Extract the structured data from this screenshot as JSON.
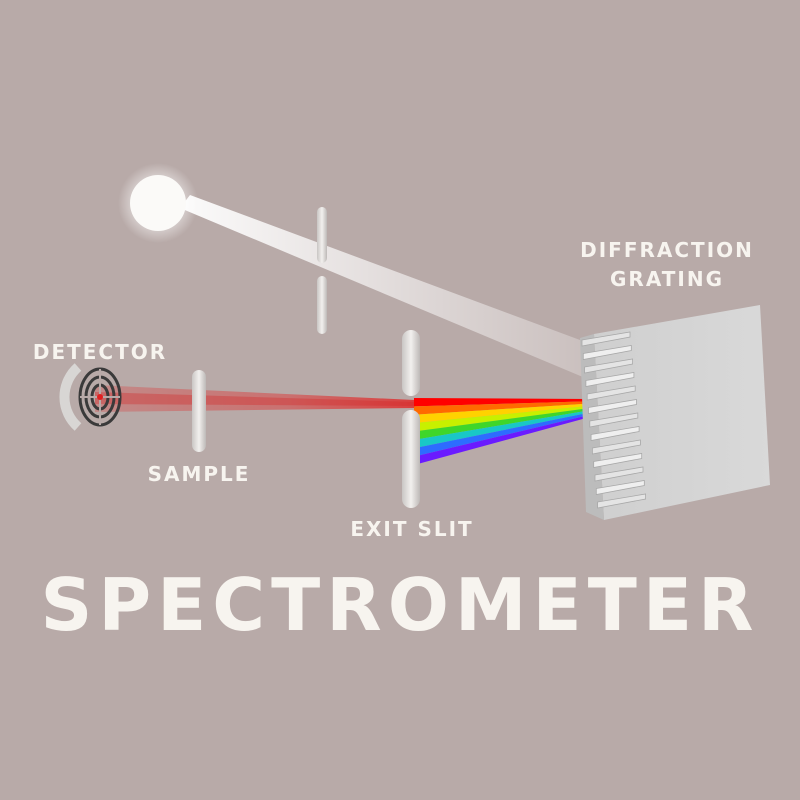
{
  "diagram": {
    "title": "SPECTROMETER",
    "labels": {
      "diffraction_line1": "DIFFRACTION",
      "diffraction_line2": "GRATING",
      "detector": "DETECTOR",
      "sample": "SAMPLE",
      "exit_slit": "EXIT SLIT"
    },
    "spectrum_colors": [
      "#ff0000",
      "#ff6a00",
      "#ffd200",
      "#c8f000",
      "#3fd62a",
      "#19c7c7",
      "#2d6cff",
      "#6a1bff"
    ],
    "colors": {
      "background": "#b8aaa8",
      "text": "#f7f4ef",
      "grating": "#d3d3d3",
      "beam": "#ffffff",
      "red_beam": "#e35b5b"
    }
  }
}
